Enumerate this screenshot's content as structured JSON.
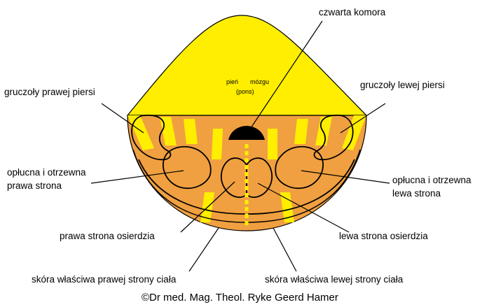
{
  "labels": {
    "fourth_ventricle": "czwarta komora",
    "brainstem_line1": "pień",
    "brainstem_line2": "mózgu",
    "brainstem_line3": "(pons)",
    "right_breast_glands": "gruczoły prawej piersi",
    "left_breast_glands": "gruczoły lewej piersi",
    "right_pleura_line1": "opłucna i otrzewna",
    "right_pleura_line2": "prawa strona",
    "left_pleura_line1": "opłucna i otrzewna",
    "left_pleura_line2": "lewa strona",
    "right_pericardium": "prawa strona osierdzia",
    "left_pericardium": "lewa strona osierdzia",
    "right_dermis": "skóra właściwa prawej strony ciała",
    "left_dermis": "skóra właściwa lewej strony ciała",
    "copyright": "©Dr med. Mag. Theol. Ryke Geerd Hamer"
  },
  "colors": {
    "cerebellum_yellow": "#ffee00",
    "cortex_orange": "#f0a040",
    "outline": "#000000",
    "ventricle": "#000000"
  }
}
